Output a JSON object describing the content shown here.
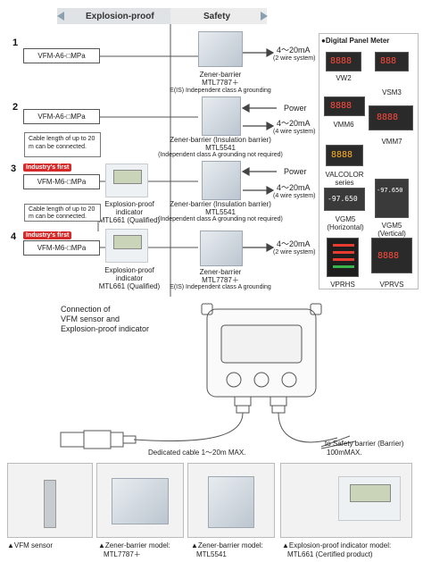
{
  "header": {
    "left": "Explosion-proof",
    "right": "Safety"
  },
  "rows": [
    {
      "number": "1",
      "sensor": "VFM-A6-□MPa",
      "barrier_name": "Zener-barrier",
      "barrier_model": "MTL7787＋",
      "barrier_note": "E(IS) Independent class A grounding",
      "signal": "4〜20mA",
      "wire": "(2 wire system)"
    },
    {
      "number": "2",
      "sensor": "VFM-A6-□MPa",
      "power": "Power",
      "barrier_name": "Zener-barrier (Insulation barrier)",
      "barrier_model": "MTL5541",
      "barrier_note": "(Independent class A grounding not required)",
      "signal": "4〜20mA",
      "wire": "(4 wire system)"
    },
    {
      "number": "3",
      "badge": "Industry's first",
      "sensor": "VFM-M6-□MPa",
      "note": "Cable length of up to 20 m can be connected.",
      "indicator_l1": "Explosion-proof",
      "indicator_l2": "indicator",
      "indicator_l3": "MTL661 (Qualified)",
      "power": "Power",
      "barrier_name": "Zener-barrier (Insulation barrier)",
      "barrier_model": "MTL5541",
      "barrier_note": "(Independent class A grounding not required)",
      "signal": "4〜20mA",
      "wire": "(4 wire system)"
    },
    {
      "number": "4",
      "badge": "Industry's first",
      "sensor": "VFM-M6-□MPa",
      "note": "Cable length of up to 20 m can be connected.",
      "indicator_l1": "Explosion-proof",
      "indicator_l2": "indicator",
      "indicator_l3": "MTL661 (Qualified)",
      "barrier_name": "Zener-barrier",
      "barrier_model": "MTL7787＋",
      "barrier_note": "E(IS) Independent class A grounding",
      "signal": "4〜20mA",
      "wire": "(2 wire system)"
    }
  ],
  "panel": {
    "title": "●Digital Panel Meter",
    "meters": [
      {
        "label": "VW2",
        "display": "8888"
      },
      {
        "label": "VSM3",
        "display": "888"
      },
      {
        "label": "VMM6",
        "display": "8888"
      },
      {
        "label": "VMM7",
        "display": "8888"
      },
      {
        "label": "VALCOLOR series",
        "display": "8888"
      },
      {
        "label": "VGM5 (Horizontal)",
        "display": "-97.650"
      },
      {
        "label": "VGM5 (Vertical)",
        "display": "-97.650"
      },
      {
        "label": "VPRHS",
        "display": ""
      },
      {
        "label": "VPRVS",
        "display": "8888"
      }
    ]
  },
  "connection": {
    "title_l1": "Connection of",
    "title_l2": "VFM sensor and",
    "title_l3": "Explosion-proof indicator",
    "cable": "Dedicated cable 1〜20m MAX.",
    "safety_l1": "to Safety barrier (Barrier)",
    "safety_l2": "100mMAX."
  },
  "photos": [
    {
      "l1": "▲VFM sensor",
      "l2": ""
    },
    {
      "l1": "▲Zener-barrier model:",
      "l2": "MTL7787＋"
    },
    {
      "l1": "▲Zener-barrier model:",
      "l2": "MTL5541"
    },
    {
      "l1": "▲Explosion-proof indicator model:",
      "l2": "MTL661 (Certified product)"
    }
  ]
}
